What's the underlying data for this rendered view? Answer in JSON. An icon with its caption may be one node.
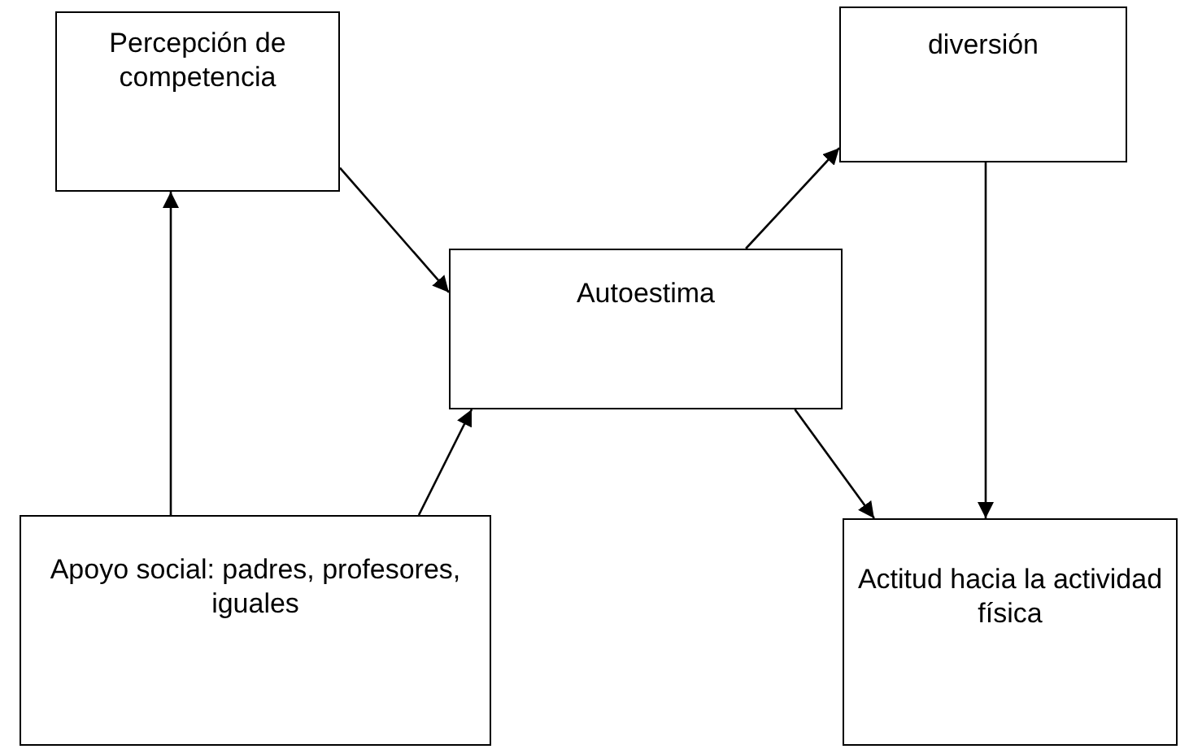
{
  "diagram": {
    "nodes": [
      {
        "text": [
          "Percepción de competencia"
        ]
      },
      {
        "text": [
          "diversión"
        ]
      },
      {
        "text": [
          "Autoestima"
        ]
      },
      {
        "text": [
          "Apoyo social: padres, profesores, iguales"
        ]
      },
      {
        "text": [
          "Actitud hacia la actividad física"
        ]
      }
    ],
    "edges": [
      {
        "from": 3,
        "to": 0,
        "arrow": "to"
      },
      {
        "from": 0,
        "to": 2,
        "arrow": "to"
      },
      {
        "from": 3,
        "to": 2,
        "arrow": "to"
      },
      {
        "from": 2,
        "to": 1,
        "arrow": "to"
      },
      {
        "from": 2,
        "to": 4,
        "arrow": "to"
      },
      {
        "from": 1,
        "to": 4,
        "arrow": "to"
      }
    ]
  }
}
